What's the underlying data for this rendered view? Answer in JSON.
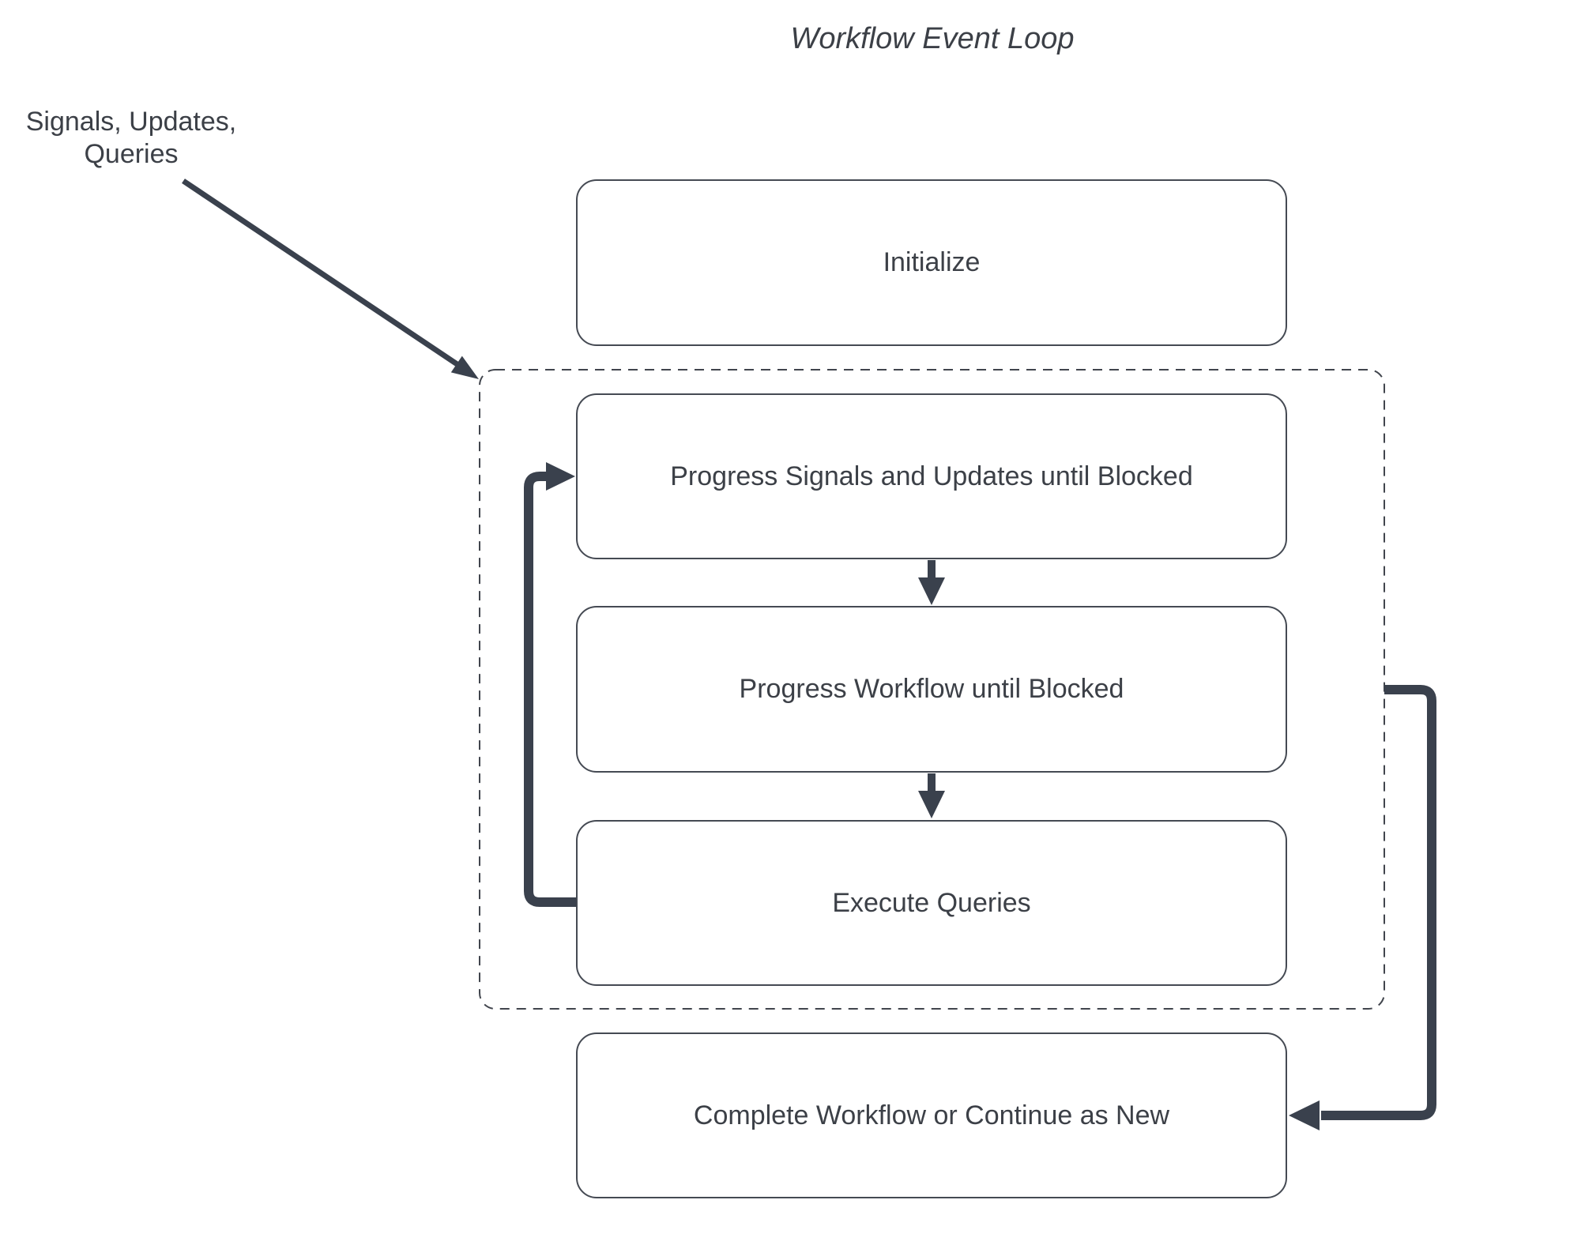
{
  "title": "Workflow Event Loop",
  "annotation": {
    "label": "Signals, Updates,\nQueries"
  },
  "nodes": [
    {
      "id": "initialize",
      "label": "Initialize"
    },
    {
      "id": "progress-signals",
      "label": "Progress Signals and Updates until Blocked"
    },
    {
      "id": "progress-workflow",
      "label": "Progress Workflow until Blocked"
    },
    {
      "id": "execute-queries",
      "label": "Execute Queries"
    },
    {
      "id": "complete-workflow",
      "label": "Complete Workflow or Continue as New"
    }
  ],
  "group": {
    "id": "event-loop-group",
    "style": "dashed"
  },
  "connectors": [
    {
      "id": "signals-input-arrow",
      "from": "signals-updates-queries-label",
      "to": "event-loop-group"
    },
    {
      "id": "down-arrow-1",
      "from": "progress-signals",
      "to": "progress-workflow"
    },
    {
      "id": "down-arrow-2",
      "from": "progress-workflow",
      "to": "execute-queries"
    },
    {
      "id": "loop-back-arrow",
      "from": "execute-queries",
      "to": "progress-signals"
    },
    {
      "id": "complete-exit-arrow",
      "from": "event-loop-group",
      "to": "complete-workflow"
    }
  ],
  "colors": {
    "background": "#ffffff",
    "arrow": "#3a414d",
    "box_border": "#454a53",
    "dashed_border": "#41454d",
    "text": "#3c4047"
  }
}
